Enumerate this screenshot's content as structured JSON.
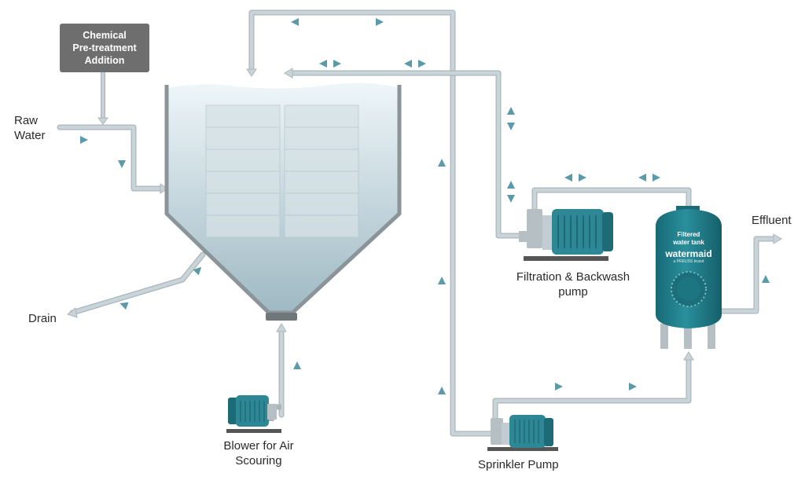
{
  "labels": {
    "chemical_line1": "Chemical",
    "chemical_line2": "Pre-treatment",
    "chemical_line3": "Addition",
    "raw_water_line1": "Raw",
    "raw_water_line2": "Water",
    "drain": "Drain",
    "blower_line1": "Blower for Air",
    "blower_line2": "Scouring",
    "filtration_line1": "Filtration & Backwash",
    "filtration_line2": "pump",
    "sprinkler": "Sprinkler Pump",
    "effluent": "Effluent"
  },
  "tank_labels": {
    "line1": "Filtered",
    "line2": "water tank",
    "brand": "watermaid",
    "brand_sub": "a PREUSS brand"
  },
  "colors": {
    "pipe": "#c9d4d9",
    "pipe_edge": "#aab6bc",
    "arrow": "#5b9aa8",
    "water_top": "#e6f1f5",
    "water_bottom": "#aac2cb",
    "tank_wall": "#8a9499",
    "pump": "#2e8795",
    "pump_dark": "#1e6b78",
    "filtered_tank": "#1f7c89",
    "label_box": "#6e6e6e"
  }
}
